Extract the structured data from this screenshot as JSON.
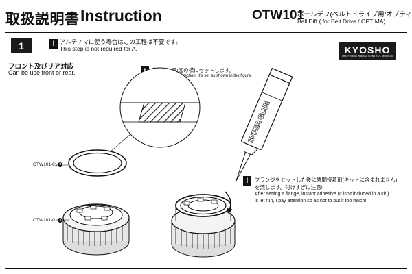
{
  "header": {
    "title_jp": "取扱説明書",
    "title_en": "Instruction",
    "model": "OTW101",
    "subtitle_jp": "ボールデフ(ベルトドライブ用/オプティマ)",
    "subtitle_en": "Ball Diff ( for Belt Drive / OPTIMA)"
  },
  "step": {
    "number": "1",
    "note_jp": "アルティマに使う場合はこの工程は不要です。",
    "note_en": "This step is not required for A."
  },
  "brand": {
    "logo_text": "KYOSHO",
    "logo_tagline": "THE FINEST RADIO CONTROL MODELS"
  },
  "usage": {
    "jp": "フロント及びリア対応",
    "en": "Can be use front or rear."
  },
  "direction_note": {
    "jp": "向きに注意!図の様にセットします。",
    "en": "Attention to the direction! It's set as shown in the figure."
  },
  "glue_note": {
    "jp_line1": "フランジをセットした後に瞬間接着剤(キットに含まれません)",
    "jp_line2": "を流します。付けすぎに注意!",
    "en_line1": "After setting a flange, instant adhesive (It isn't included in a kit,)",
    "en_line2": "is let run, I pay attention so as not to put it too much!"
  },
  "parts": {
    "label_b": "OTW101-01",
    "mark_b": "b",
    "label_a": "OTW101-01",
    "mark_a": "a"
  },
  "glue_bottle_label": "SUPER GLUE"
}
